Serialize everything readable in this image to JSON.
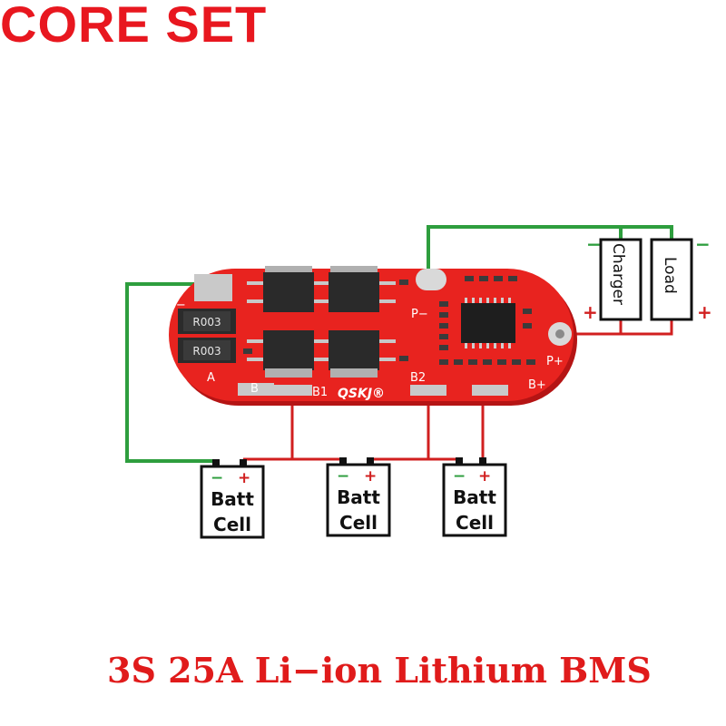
{
  "brand": {
    "title": "CORE SET"
  },
  "caption": "3S 25A Li−ion Lithium BMS",
  "board": {
    "pad_labels": {
      "b_minus": "B−",
      "p_minus": "P−",
      "p_plus": "P+",
      "b_plus": "B+",
      "a": "A",
      "b": "B",
      "b1": "B1",
      "b2": "B2"
    },
    "resistor_labels": [
      "R003",
      "R003"
    ],
    "logo": "QSKJ®"
  },
  "external": {
    "charger": "Charger",
    "load": "Load",
    "minus": "−",
    "plus": "+"
  },
  "cells": [
    {
      "line1": "Batt",
      "line2": "Cell"
    },
    {
      "line1": "Batt",
      "line2": "Cell"
    },
    {
      "line1": "Batt",
      "line2": "Cell"
    }
  ],
  "colors": {
    "brand": "#e8171f",
    "board": "#e8231f",
    "wire_negative": "#2e9e3e",
    "wire_positive": "#d11f1f",
    "pad": "#c9c9c9",
    "mosfet": "#2a2a2a"
  }
}
